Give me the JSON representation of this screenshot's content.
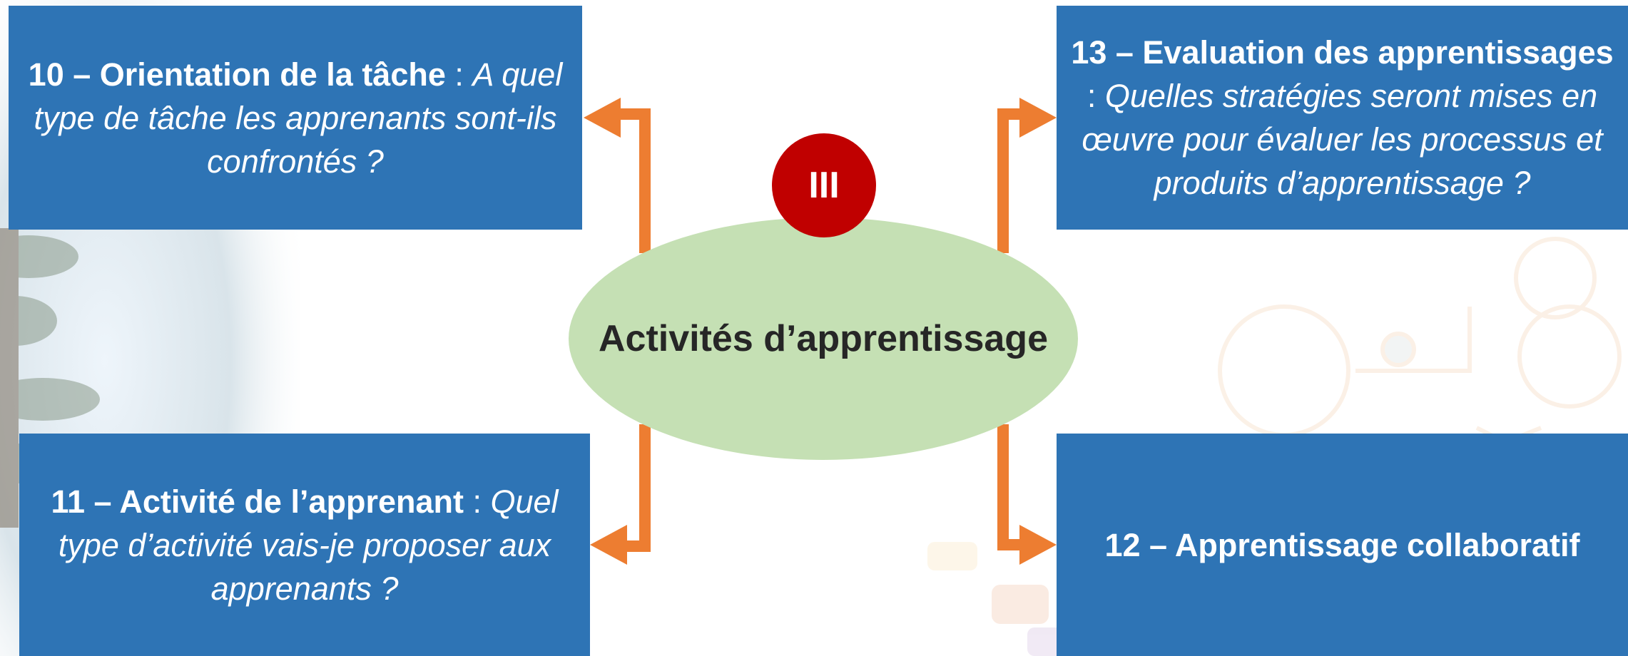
{
  "center": {
    "label": "Activités d’apprentissage"
  },
  "badge": {
    "label": "III"
  },
  "boxes": {
    "b10": {
      "title": "10 – Orientation de la tâche",
      "sep": " : ",
      "question": "A quel type de tâche les apprenants sont-ils confrontés ?"
    },
    "b11": {
      "title": "11 – Activité de l’apprenant",
      "sep": " : ",
      "question": "Quel type d’activité vais-je proposer aux apprenants ?"
    },
    "b12": {
      "title": "12 – Apprentissage collaboratif"
    },
    "b13": {
      "title": "13 – Evaluation des apprentissages",
      "sep": " : ",
      "question": "Quelles stratégies seront mises en œuvre pour évaluer les processus et produits d’apprentissage ?"
    }
  },
  "colors": {
    "box": "#2e74b5",
    "arrow": "#ed7d31",
    "ellipse": "#c5e0b4",
    "badge": "#c00000",
    "center_text": "#262626"
  }
}
